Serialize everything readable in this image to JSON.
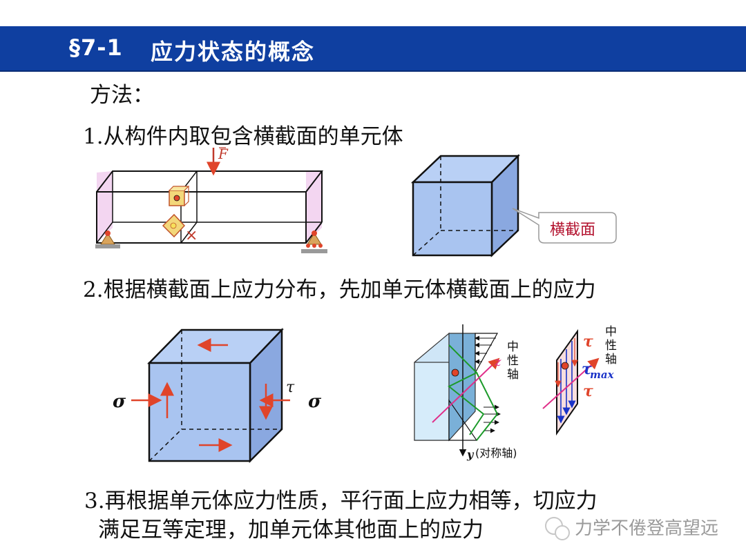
{
  "header": {
    "section": "§7-1",
    "title": "应力状态的概念"
  },
  "content": {
    "method": "方法：",
    "step1": "1.从构件内取包含横截面的单元体",
    "step2": "2.根据横截面上应力分布，先加单元体横截面上的应力",
    "step3_line1": "3.再根据单元体应力性质，平行面上应力相等，切应力",
    "step3_line2": "满足互等定理，加单元体其他面上的应力"
  },
  "figure1": {
    "force_label": "F",
    "cross_mark": "×",
    "callout": "横截面"
  },
  "figure2": {
    "sigma_left": "σ",
    "sigma_right": "σ",
    "tau": "τ"
  },
  "figure3": {
    "neutral_axis": [
      "中",
      "性",
      "轴"
    ],
    "z_label": "z",
    "y_label": "y",
    "y_note": "(对称轴)",
    "neutral_axis_2": [
      "中",
      "性",
      "轴"
    ],
    "tau_top": "τ",
    "tau_max": "τ",
    "tau_max_sub": "max",
    "tau_bottom": "τ"
  },
  "watermark": "力学不倦登高望远",
  "colors": {
    "banner": "#0f3fa0",
    "cube_face": "#a9c4f0",
    "cube_side": "#8aa8e0",
    "arrow_red": "#e0442a",
    "accent_pink": "#f3d6f1"
  }
}
